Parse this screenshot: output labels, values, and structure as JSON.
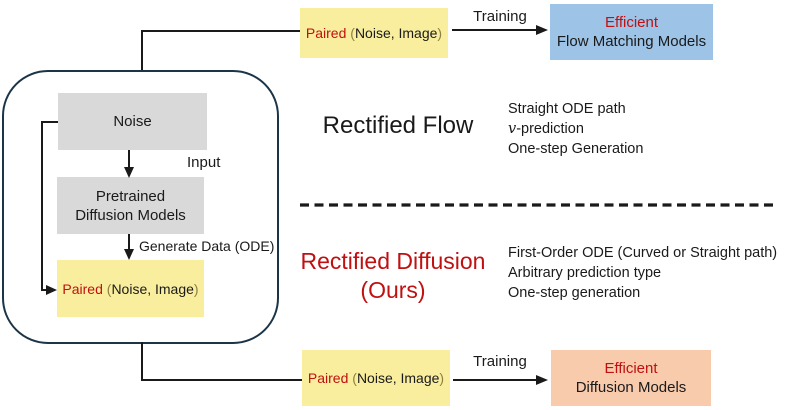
{
  "colors": {
    "accent_red": "#c01010",
    "box_yellow": "#f9ee9e",
    "box_blue": "#9dc3e6",
    "box_orange": "#f8cbad",
    "box_gray": "#d9d9d9",
    "container_border_navy": "#1b3447",
    "paren_olive": "#8f8040",
    "line_black": "#1a1a1a"
  },
  "pipeline": {
    "noise_label": "Noise",
    "input_label": "Input",
    "pretrained_line1": "Pretrained",
    "pretrained_line2": "Diffusion Models",
    "generate_label": "Generate Data (ODE)",
    "paired": {
      "red": "Paired",
      "open": "(",
      "inner": "Noise, Image",
      "close": ")"
    }
  },
  "top_flow": {
    "paired": {
      "red": "Paired",
      "open": "(",
      "inner": "Noise, Image",
      "close": ")"
    },
    "training_label": "Training",
    "result_line1": "Efficient",
    "result_line2": "Flow Matching Models"
  },
  "bottom_flow": {
    "paired": {
      "red": "Paired",
      "open": "(",
      "inner": "Noise, Image",
      "close": ")"
    },
    "training_label": "Training",
    "result_line1": "Efficient",
    "result_line2": "Diffusion Models"
  },
  "rectified_flow": {
    "title": "Rectified Flow",
    "bullet1": "Straight ODE path",
    "bullet2_italic": "v",
    "bullet2_rest": "-prediction",
    "bullet3": "One-step Generation"
  },
  "rectified_diffusion": {
    "title_line1": "Rectified Diffusion",
    "title_line2": "(Ours)",
    "bullet1": "First-Order ODE (Curved or Straight path)",
    "bullet2": "Arbitrary prediction type",
    "bullet3": "One-step generation"
  }
}
